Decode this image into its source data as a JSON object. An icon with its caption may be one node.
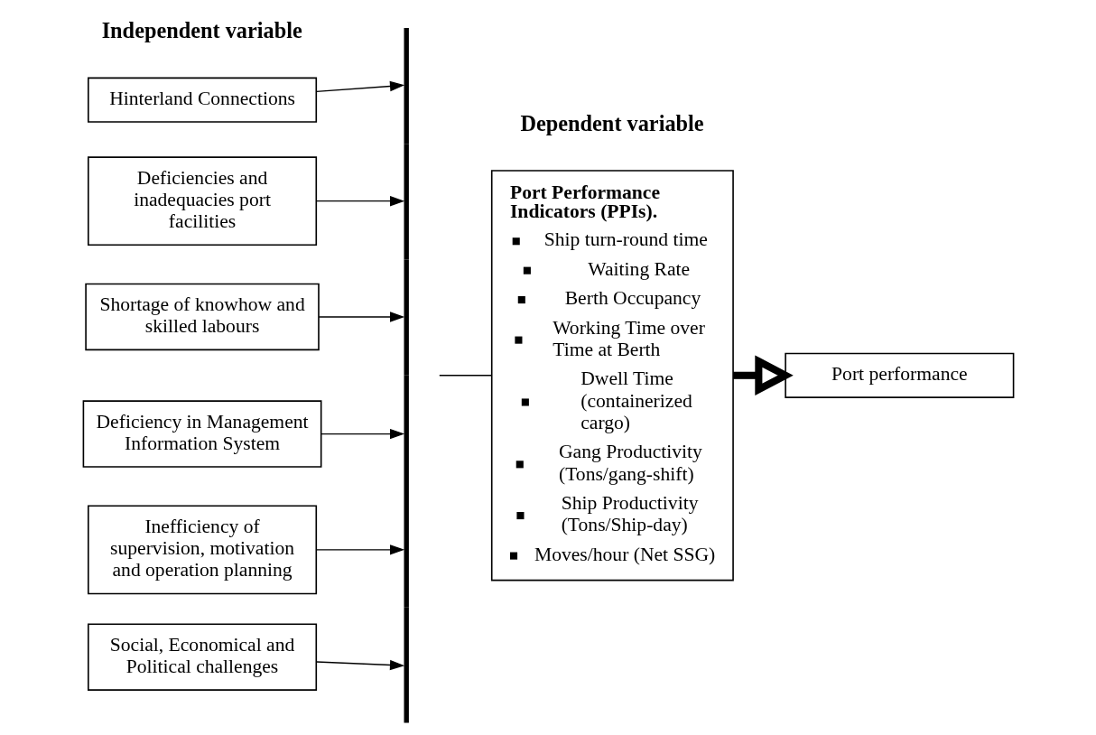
{
  "diagram": {
    "nodes": [
      {
        "text": [
          "Hinterland Connections"
        ]
      },
      {
        "text": [
          "Deficiencies and inadequacies port facilities"
        ]
      },
      {
        "text": [
          "Shortage of knowhow and skilled labours"
        ]
      },
      {
        "text": [
          "Deficiency in Management Information System"
        ]
      },
      {
        "text": [
          "Inefficiency of supervision, motivation and operation planning"
        ]
      },
      {
        "text": [
          "Social, Economical and Political challenges"
        ]
      },
      {
        "text": [],
        "shape": "bar"
      },
      {
        "text": [
          "Port Performance Indicators (PPIs).",
          "Ship turn-round time",
          "Waiting Rate",
          "Berth Occupancy",
          "Working Time over Time at Berth",
          "Dwell Time (containerized cargo)",
          "Gang Productivity (Tons/gang-shift)",
          "Ship Productivity (Tons/Ship-day)",
          "Moves/hour (Net SSG)"
        ]
      },
      {
        "text": [
          "Port performance"
        ]
      }
    ],
    "edges": [
      {
        "from": 0,
        "to": 6,
        "arrow": "to"
      },
      {
        "from": 1,
        "to": 6,
        "arrow": "to"
      },
      {
        "from": 2,
        "to": 6,
        "arrow": "to"
      },
      {
        "from": 3,
        "to": 6,
        "arrow": "to"
      },
      {
        "from": 4,
        "to": 6,
        "arrow": "to"
      },
      {
        "from": 5,
        "to": 6,
        "arrow": "to"
      },
      {
        "from": 6,
        "to": 7,
        "arrow": "none"
      },
      {
        "from": 7,
        "to": 8,
        "arrow": "to",
        "style": "thick"
      }
    ],
    "labels": [
      "Independent variable",
      "Dependent variable"
    ]
  }
}
